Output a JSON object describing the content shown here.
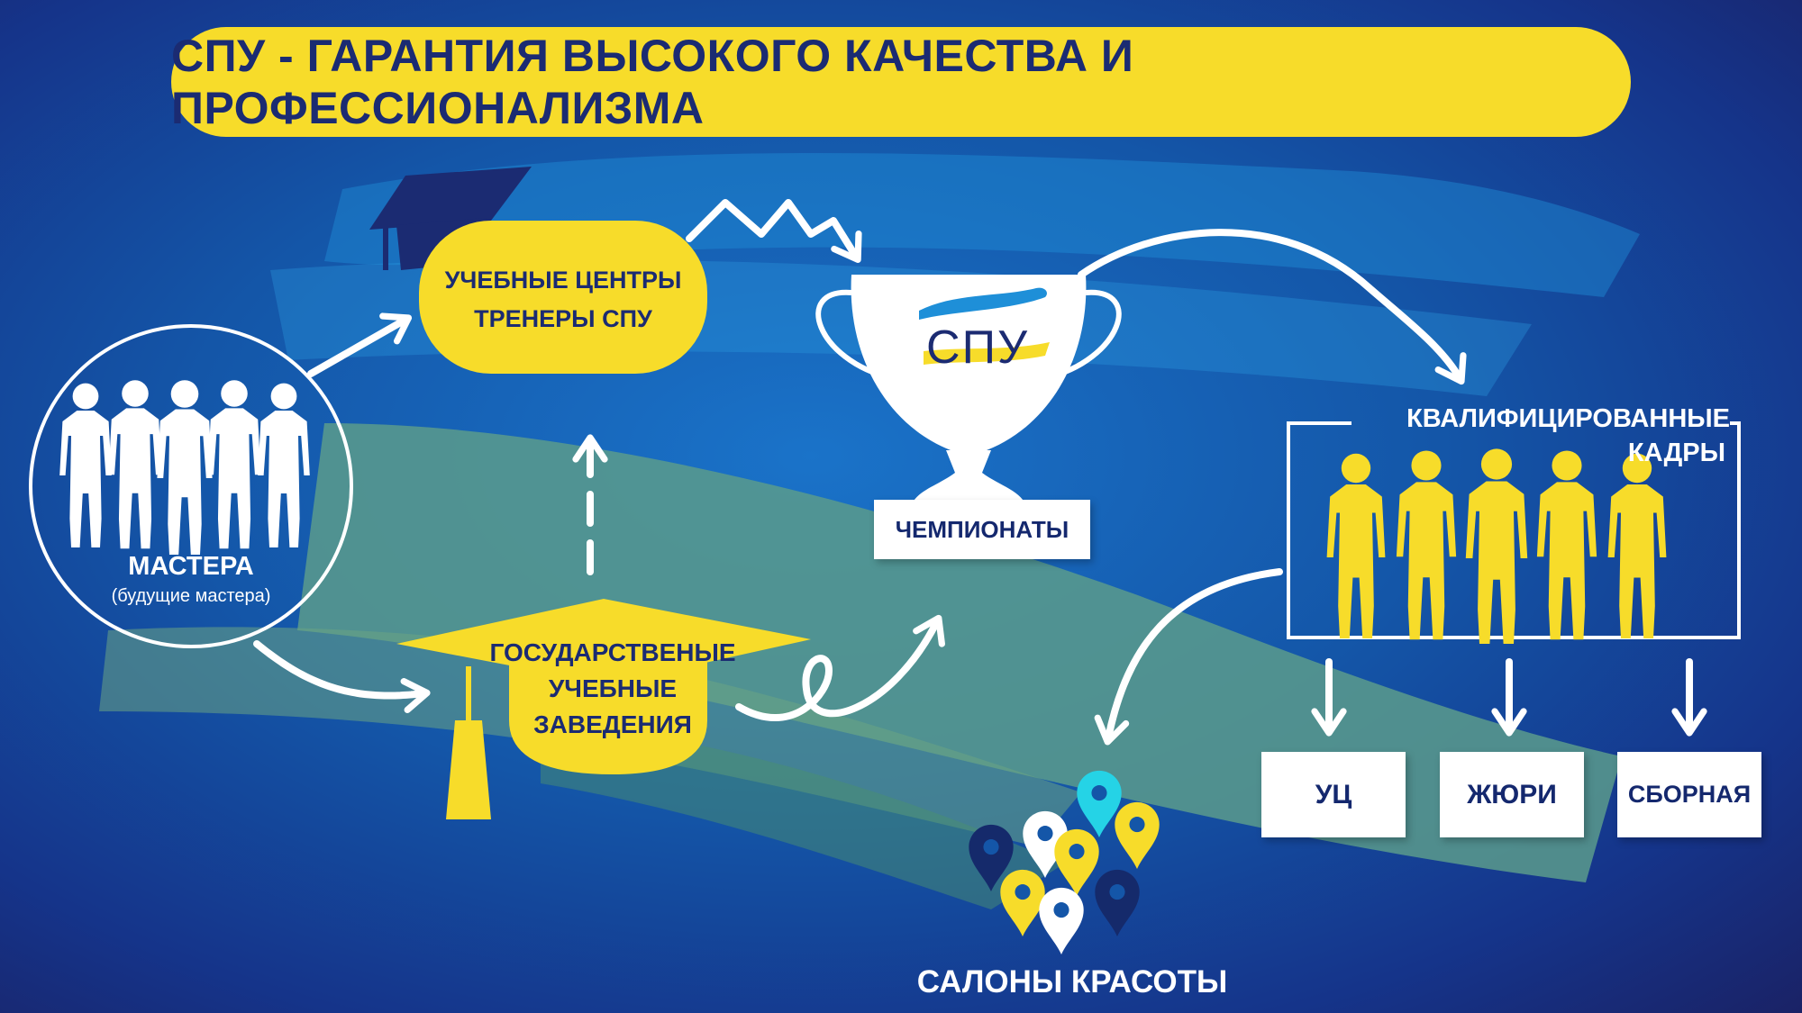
{
  "colors": {
    "yellow": "#f7dc2a",
    "navy": "#1b2b72",
    "white": "#ffffff",
    "cyan": "#25d3e6",
    "dark_pin": "#152a6b",
    "green_band": "#5a9b8c"
  },
  "title": "СПУ - ГАРАНТИЯ ВЫСОКОГО КАЧЕСТВА И ПРОФЕССИОНАЛИЗМА",
  "masters": {
    "label": "МАСТЕРА",
    "sublabel": "(будущие мастера)"
  },
  "training_centers": {
    "line1": "УЧЕБНЫЕ ЦЕНТРЫ",
    "line2": "ТРЕНЕРЫ СПУ"
  },
  "state_institutions": {
    "line1": "ГОСУДАРСТВЕНЫЕ",
    "line2": "УЧЕБНЫЕ",
    "line3": "ЗАВЕДЕНИЯ"
  },
  "championships": {
    "cup_logo": "СПУ",
    "label": "ЧЕМПИОНАТЫ"
  },
  "qualified_staff": {
    "line1": "КВАЛИФИЦИРОВАННЫЕ",
    "line2": "КАДРЫ"
  },
  "outcomes": [
    {
      "label": "УЦ"
    },
    {
      "label": "ЖЮРИ"
    },
    {
      "label": "СБОРНАЯ"
    }
  ],
  "salons": {
    "label": "САЛОНЫ КРАСОТЫ"
  },
  "icons": {
    "graduation_cap": "graduation-cap-icon",
    "trophy": "trophy-icon",
    "map_pin": "map-pin-icon",
    "person_silhouette": "person-silhouette-icon"
  }
}
